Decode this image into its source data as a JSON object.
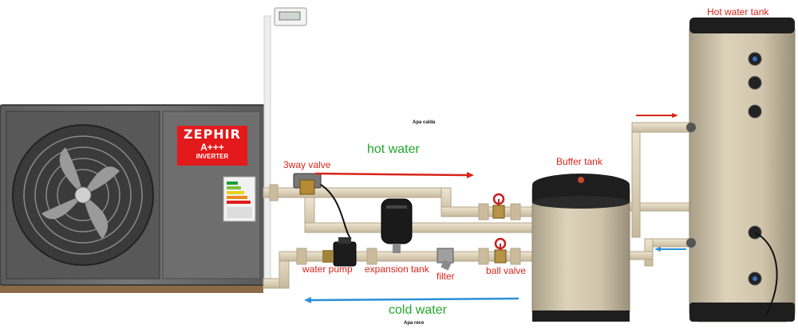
{
  "unit": {
    "brand_name": "ZEPHIR",
    "energy_class": "A+++",
    "technology": "INVERTER"
  },
  "labels": {
    "hot_water_tank": "Hot water tank",
    "buffer_tank": "Buffer tank",
    "three_way_valve": "3way valve",
    "hot_water": "hot water",
    "cold_water": "cold water",
    "water_pump": "water pump",
    "expansion_tank": "expansion tank",
    "filter": "filter",
    "ball_valve": "ball valve",
    "apa_calda": "Apa calda",
    "apa_rece": "Apa rece"
  },
  "colors": {
    "label_red": "#d8241a",
    "label_green": "#22a82a",
    "hot_flow_arrow": "#d8241a",
    "cold_flow_arrow": "#2a8fd8",
    "pipe": "#d9cdb4",
    "tank_body": "#cfc4aa",
    "tank_cap": "#1e1e1e",
    "heat_pump_body": "#6a6a6a",
    "brand_panel": "#e4191b"
  }
}
